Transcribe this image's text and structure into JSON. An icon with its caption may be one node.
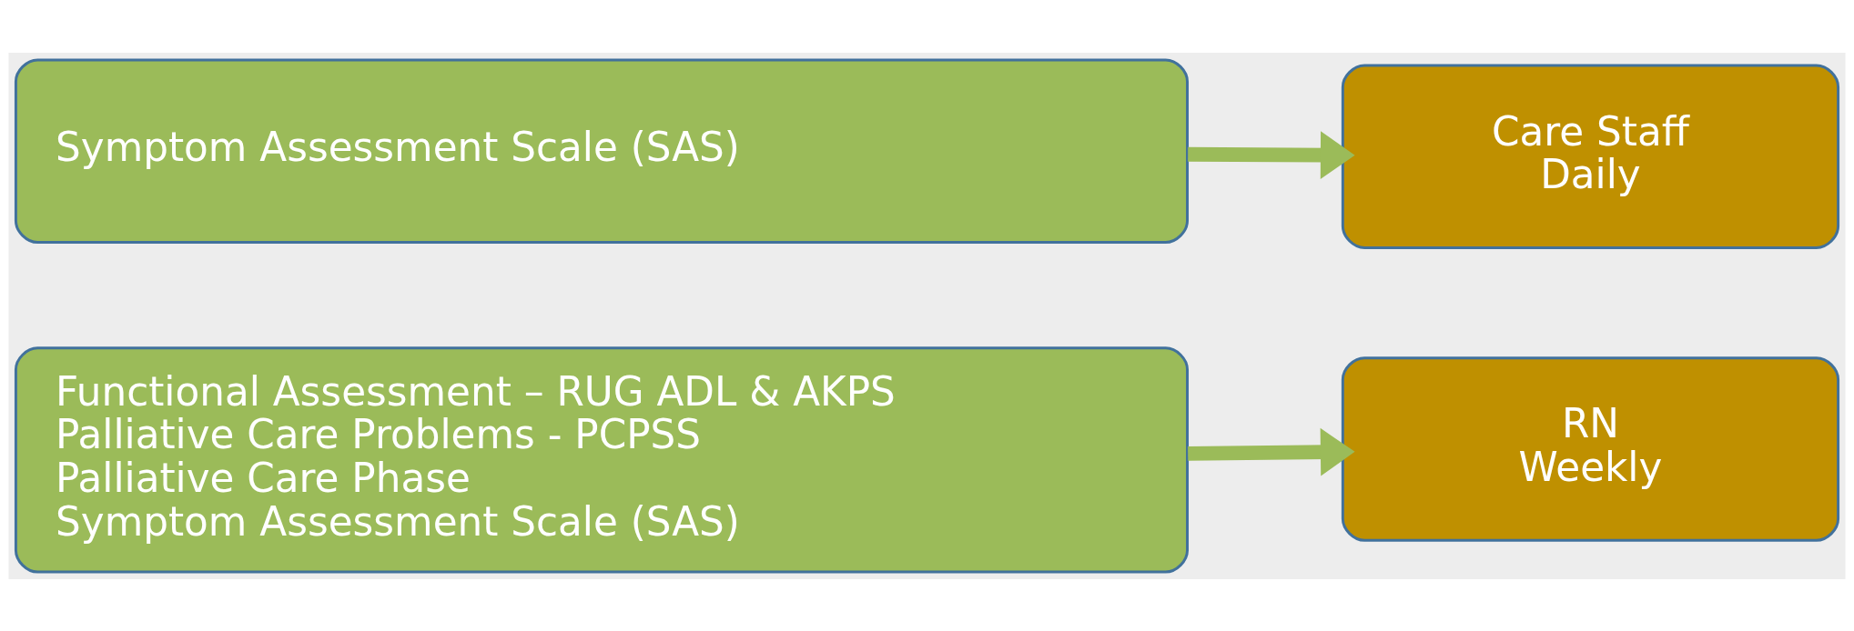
{
  "diagram": {
    "nodes": [
      {
        "text": [
          "Symptom Assessment Scale (SAS)"
        ]
      },
      {
        "text": [
          "Care Staff",
          "Daily"
        ]
      },
      {
        "text": [
          "Functional Assessment – RUG ADL & AKPS",
          "Palliative Care Problems - PCPSS",
          "Palliative Care Phase",
          "Symptom Assessment Scale (SAS)"
        ]
      },
      {
        "text": [
          "RN",
          "Weekly"
        ]
      }
    ],
    "edges": [
      {
        "from": 0,
        "to": 1,
        "arrow": "to"
      },
      {
        "from": 2,
        "to": 3,
        "arrow": "to"
      }
    ]
  }
}
